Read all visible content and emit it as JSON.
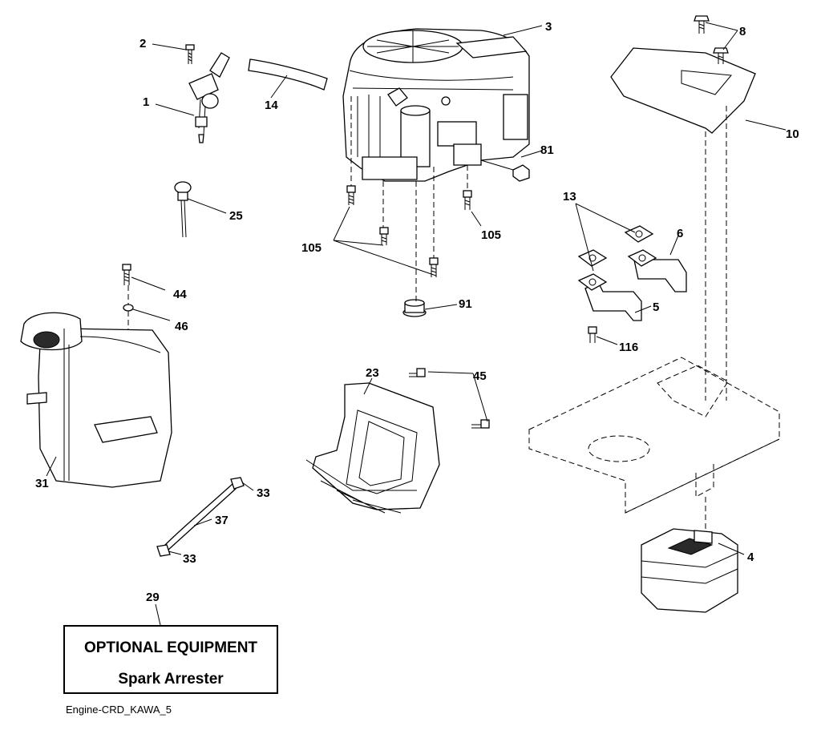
{
  "callouts": [
    "1",
    "2",
    "3",
    "4",
    "5",
    "6",
    "8",
    "10",
    "13",
    "14",
    "23",
    "25",
    "29",
    "31",
    "33",
    "33",
    "37",
    "44",
    "45",
    "46",
    "81",
    "91",
    "105",
    "105",
    "116"
  ],
  "optional_box": {
    "title": "OPTIONAL EQUIPMENT",
    "subtitle": "Spark Arrester"
  },
  "footer": "Engine-CRD_KAWA_5"
}
